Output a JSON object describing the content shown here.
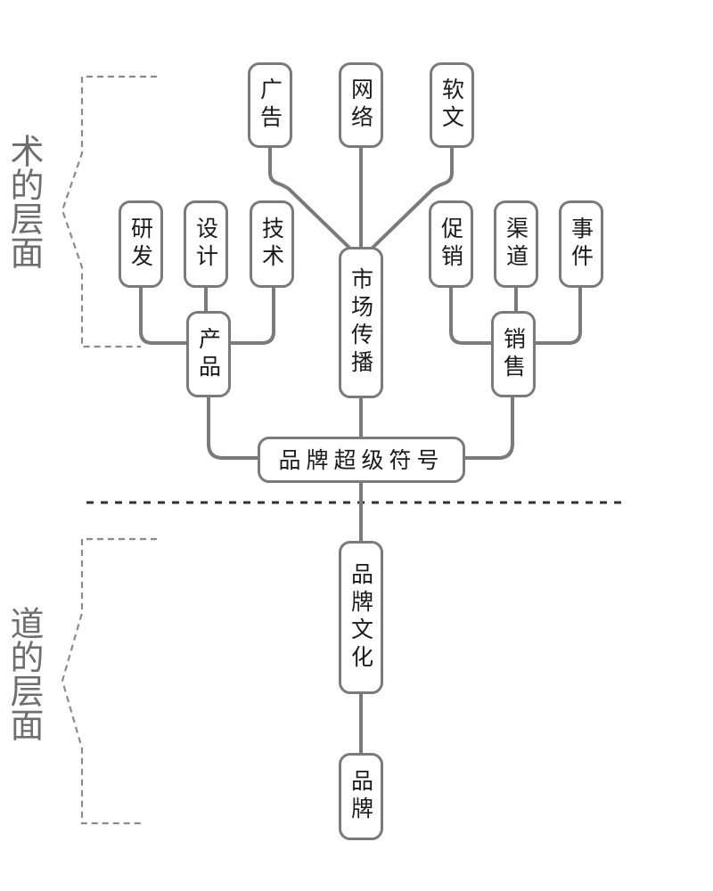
{
  "colors": {
    "line": "#7a7a7a",
    "bracket": "#8a8a8a",
    "divider": "#333333",
    "text": "#1a1a1a",
    "side_text": "#6e6e6e"
  },
  "side_labels": {
    "upper": "术的层面",
    "lower": "道的层面"
  },
  "nodes": {
    "guanggao": "广告",
    "wangluo": "网络",
    "ruanwen": "软文",
    "yanfa": "研发",
    "sheji": "设计",
    "jishu": "技术",
    "cuxiao": "促销",
    "qudao": "渠道",
    "shijian": "事件",
    "chanpin": "产品",
    "shichang": "市场传播",
    "xiaoshou": "销售",
    "symbol": "品牌超级符号",
    "culture": "品牌文化",
    "brand": "品牌"
  },
  "edges": [
    [
      "guanggao",
      "shichang"
    ],
    [
      "wangluo",
      "shichang"
    ],
    [
      "ruanwen",
      "shichang"
    ],
    [
      "yanfa",
      "chanpin"
    ],
    [
      "sheji",
      "chanpin"
    ],
    [
      "jishu",
      "chanpin"
    ],
    [
      "cuxiao",
      "xiaoshou"
    ],
    [
      "qudao",
      "xiaoshou"
    ],
    [
      "shijian",
      "xiaoshou"
    ],
    [
      "chanpin",
      "symbol"
    ],
    [
      "shichang",
      "symbol"
    ],
    [
      "xiaoshou",
      "symbol"
    ],
    [
      "symbol",
      "culture"
    ],
    [
      "culture",
      "brand"
    ]
  ]
}
